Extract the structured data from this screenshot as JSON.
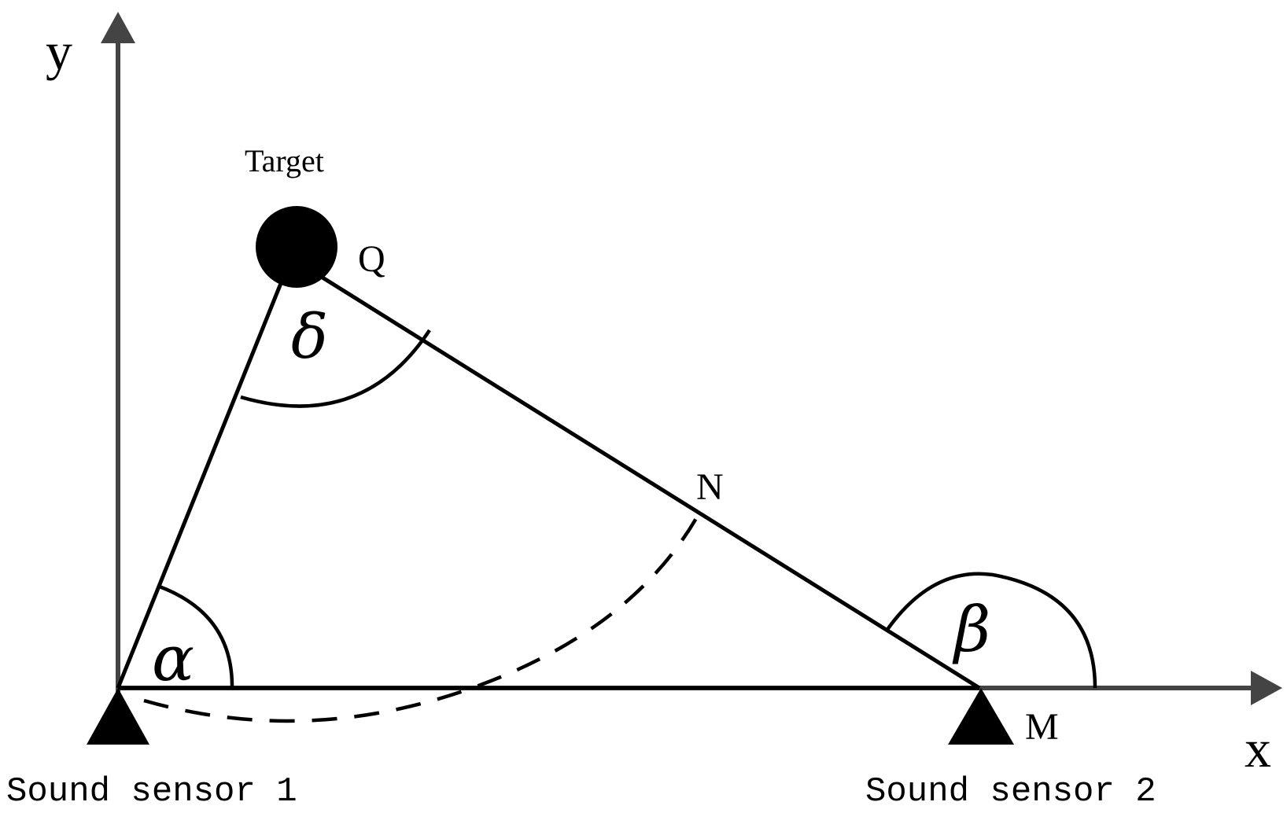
{
  "axes": {
    "x_label": "x",
    "y_label": "y"
  },
  "target": {
    "label": "Target",
    "point_label": "Q"
  },
  "points": {
    "n_label": "N",
    "m_label": "M"
  },
  "angles": {
    "alpha": "α",
    "beta": "β",
    "delta": "δ"
  },
  "sensors": {
    "sensor1_label": "Sound sensor 1",
    "sensor2_label": "Sound sensor 2"
  },
  "colors": {
    "axis": "#444444",
    "line": "#000000"
  }
}
